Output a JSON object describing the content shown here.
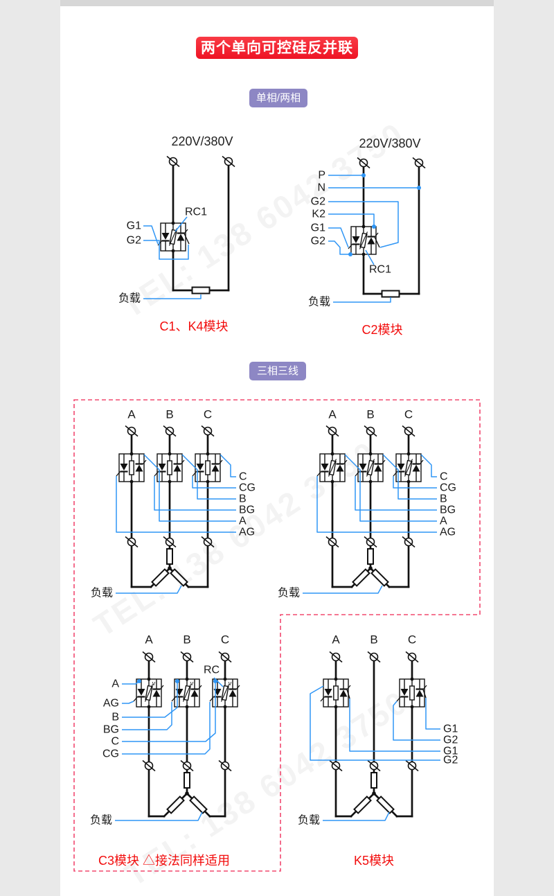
{
  "banner": {
    "title": "两个单向可控硅反并联"
  },
  "badges": {
    "phase1": "单相/两相",
    "phase3": "三相三线"
  },
  "watermark": {
    "text": "TEL: 138 6042 3750"
  },
  "d1": {
    "voltage": "220V/380V",
    "g1": "G1",
    "g2": "G2",
    "rc": "RC1",
    "load": "负载",
    "caption": "C1、K4模块"
  },
  "d2": {
    "voltage": "220V/380V",
    "left_labels": [
      "P",
      "N",
      "G2",
      "K2",
      "G1",
      "G2"
    ],
    "rc": "RC1",
    "load": "负载",
    "caption": "C2模块"
  },
  "d3": {
    "phases": [
      "A",
      "B",
      "C"
    ],
    "right_labels": [
      "C",
      "CG",
      "B",
      "BG",
      "A",
      "AG"
    ],
    "load": "负载"
  },
  "d4": {
    "phases": [
      "A",
      "B",
      "C"
    ],
    "right_labels": [
      "C",
      "CG",
      "B",
      "BG",
      "A",
      "AG"
    ],
    "load": "负载"
  },
  "d5": {
    "phases": [
      "A",
      "B",
      "C"
    ],
    "left_labels": [
      "A",
      "AG",
      "B",
      "BG",
      "C",
      "CG"
    ],
    "rc": "RC",
    "v_mark": "v",
    "load": "负载",
    "caption": "C3模块 △接法同样适用"
  },
  "d6": {
    "phases": [
      "A",
      "B",
      "C"
    ],
    "right_labels": [
      "G1",
      "G2",
      "G1",
      "G2"
    ],
    "load": "负载",
    "caption": "K5模块"
  }
}
